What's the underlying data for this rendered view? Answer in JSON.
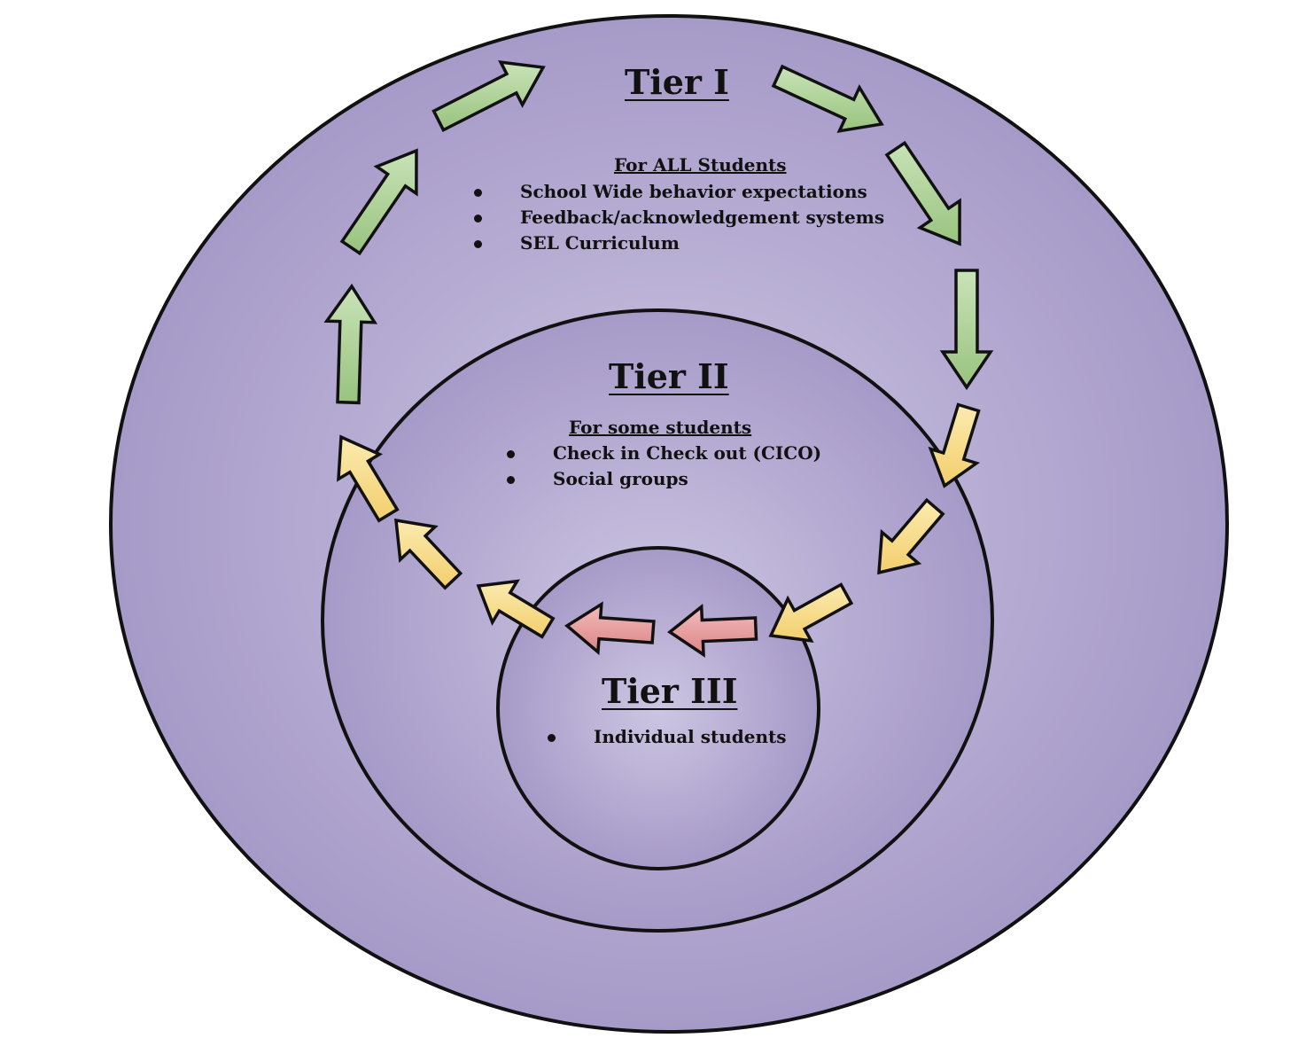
{
  "tiers": [
    {
      "title": "Tier I",
      "subheading": "For ALL Students",
      "items": [
        "School Wide behavior expectations",
        "Feedback/acknowledgement systems",
        "SEL Curriculum"
      ]
    },
    {
      "title": "Tier II",
      "subheading": "For some students",
      "items": [
        "Check in Check out (CICO)",
        "Social groups"
      ]
    },
    {
      "title": "Tier III",
      "items": [
        "Individual students"
      ]
    }
  ],
  "colors": {
    "circle_center": "#cdc6e2",
    "circle_edge": "#a69ac8",
    "outline": "#111111",
    "arrow_green": "#a9cf92",
    "arrow_yellow": "#f7dc8a",
    "arrow_red": "#e49a9a"
  }
}
